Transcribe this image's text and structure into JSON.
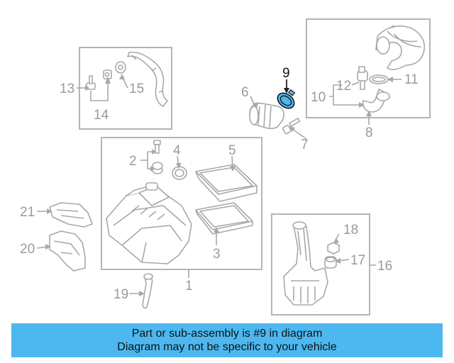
{
  "callouts": {
    "c1": "1",
    "c2": "2",
    "c3": "3",
    "c4": "4",
    "c5": "5",
    "c6": "6",
    "c7": "7",
    "c8": "8",
    "c9": "9",
    "c10": "10",
    "c11": "11",
    "c12": "12",
    "c13": "13",
    "c14": "14",
    "c15": "15",
    "c16": "16",
    "c17": "17",
    "c18": "18",
    "c19": "19",
    "c20": "20",
    "c21": "21"
  },
  "highlight_part": "9",
  "colors": {
    "banner_bg": "#4db8f0",
    "highlight_fill": "#4db8f0",
    "line_gray": "#a8a8a8"
  },
  "banner": {
    "line1": "Part or sub-assembly is #9 in diagram",
    "line2": "Diagram may not be specific to your vehicle"
  }
}
